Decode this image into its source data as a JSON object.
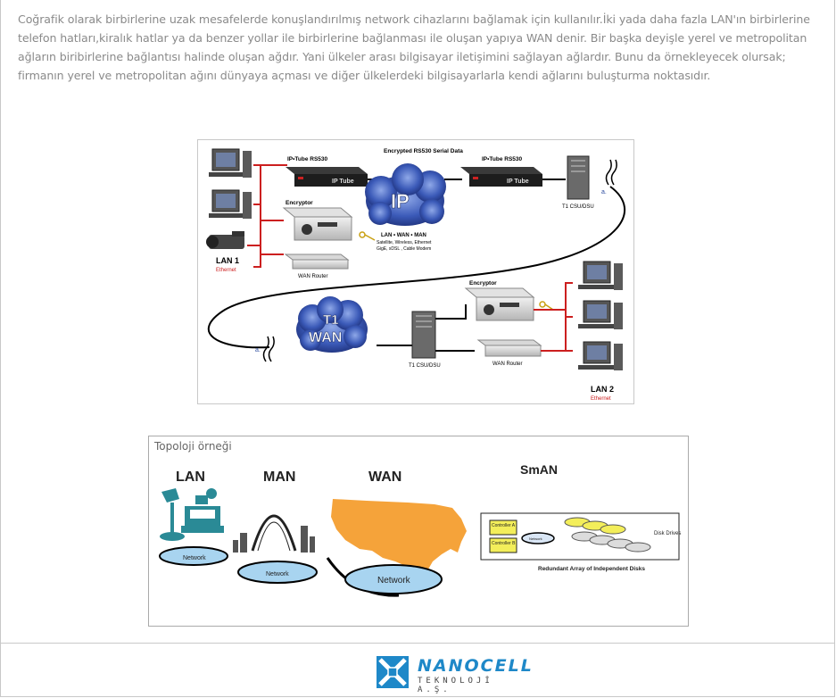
{
  "intro_text": "Coğrafik olarak birbirlerine uzak mesafelerde konuşlandırılmış network cihazlarını bağlamak için kullanılır.İki yada daha fazla LAN'ın birbirlerine telefon hatları,kiralık hatlar ya da benzer yollar ile birbirlerine bağlanması ile oluşan yapıya WAN denir.  Bir başka deyişle yerel ve metropolitan ağların biribirlerine bağlantısı halinde oluşan ağdır. Yani ülkeler arası bilgisayar iletişimini sağlayan ağlardır. Bunu da örnekleyecek olursak; firmanın yerel ve metropolitan ağını dünyaya açması ve diğer ülkelerdeki bilgisayarlarla kendi ağlarını buluşturma noktasıdır.",
  "wan_diagram": {
    "encrypted_label": "Encrypted RS530 Serial Data",
    "iptube_left_label": "IP•Tube RS530",
    "iptube_right_label": "IP•Tube RS530",
    "iptube_brand": "IP Tube",
    "ip_cloud_label": "IP",
    "ip_cloud_caption_1": "LAN • WAN • MAN",
    "ip_cloud_caption_2": "Satellite, Wireless, Ethernet",
    "ip_cloud_caption_3": "GigE, xDSL , Cable Modem",
    "encryptor_top_label": "Encryptor",
    "encryptor_bottom_label": "Encryptor",
    "wan_router_left_label": "WAN Router",
    "wan_router_right_label": "WAN Router",
    "csu_top_label": "T1 CSU/DSU",
    "csu_bottom_label": "T1 CSU/DSU",
    "t1_wan_line1": "T1",
    "t1_wan_line2": "WAN",
    "lan1_label": "LAN 1",
    "lan1_sub": "Ethernet",
    "lan2_label": "LAN 2",
    "lan2_sub": "Ethernet",
    "a_marker_top": "a.",
    "a_marker_bottom": "a."
  },
  "topology": {
    "caption": "Topoloji örneği",
    "lan_label": "LAN",
    "man_label": "MAN",
    "wan_label": "WAN",
    "sman_label": "SmAN",
    "network_small_1": "Network",
    "network_small_2": "Network",
    "network_big": "Network",
    "controller_a": "Controller A",
    "controller_b": "Controller B",
    "network_sman": "Network",
    "disk_drives": "Disk Drives",
    "raid_caption": "Redundant Array of Independent Disks"
  },
  "logo": {
    "brand": "NANOCELL",
    "sub": "TEKNOLOJİ A.Ş."
  },
  "colors": {
    "intro_text": "#8a8a8a",
    "lan_red_line": "#cc1f1f",
    "cloud_blue": "#2a4a9e",
    "usa_orange": "#f5a33a",
    "lan_teal": "#2a8a96",
    "logo_blue": "#1e88c8"
  }
}
